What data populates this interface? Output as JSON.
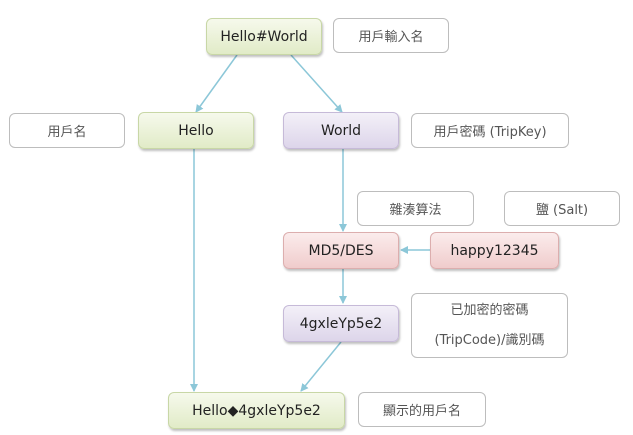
{
  "nodes": {
    "hello_world": "Hello#World",
    "hello": "Hello",
    "world": "World",
    "md5_des": "MD5/DES",
    "salt_value": "happy12345",
    "tripcode": "4gxleYp5e2",
    "result": "Hello◆4gxleYp5e2"
  },
  "labels": {
    "user_input_name": "用戶輸入名",
    "username": "用戶名",
    "user_password": "用戶密碼 (TripKey)",
    "hash_algorithm": "雜湊算法",
    "salt": "鹽 (Salt)",
    "encrypted_password_line1": "已加密的密碼",
    "encrypted_password_line2": "(TripCode)/識別碼",
    "display_username": "顯示的用戶名"
  },
  "colors": {
    "arrow": "#8cc7d8",
    "green_node": "#e1ebc7",
    "purple_node": "#ddd5ea",
    "red_node": "#f0cccc"
  }
}
